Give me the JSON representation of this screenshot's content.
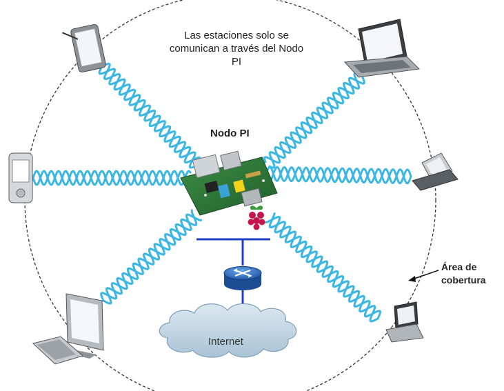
{
  "diagram": {
    "note": "Las estaciones solo se comunican a través del Nodo PI",
    "node_title": "Nodo PI",
    "coverage_label": [
      "Área de",
      "cobertura"
    ],
    "internet_label": "Internet"
  },
  "colors": {
    "wave": "#3cb6e3",
    "boundary": "#333333",
    "lan": "#1f3fc4",
    "router": "#2f6fc0",
    "cloud": "#c9dbe8",
    "board": "#2f7a3a"
  },
  "devices": [
    {
      "name": "tablet",
      "icon": "tablet-icon"
    },
    {
      "name": "laptop",
      "icon": "laptop-icon"
    },
    {
      "name": "pda",
      "icon": "pda-icon"
    },
    {
      "name": "flip-phone",
      "icon": "flip-phone-icon"
    },
    {
      "name": "desktop",
      "icon": "desktop-computer-icon"
    },
    {
      "name": "netbook",
      "icon": "netbook-icon"
    }
  ]
}
